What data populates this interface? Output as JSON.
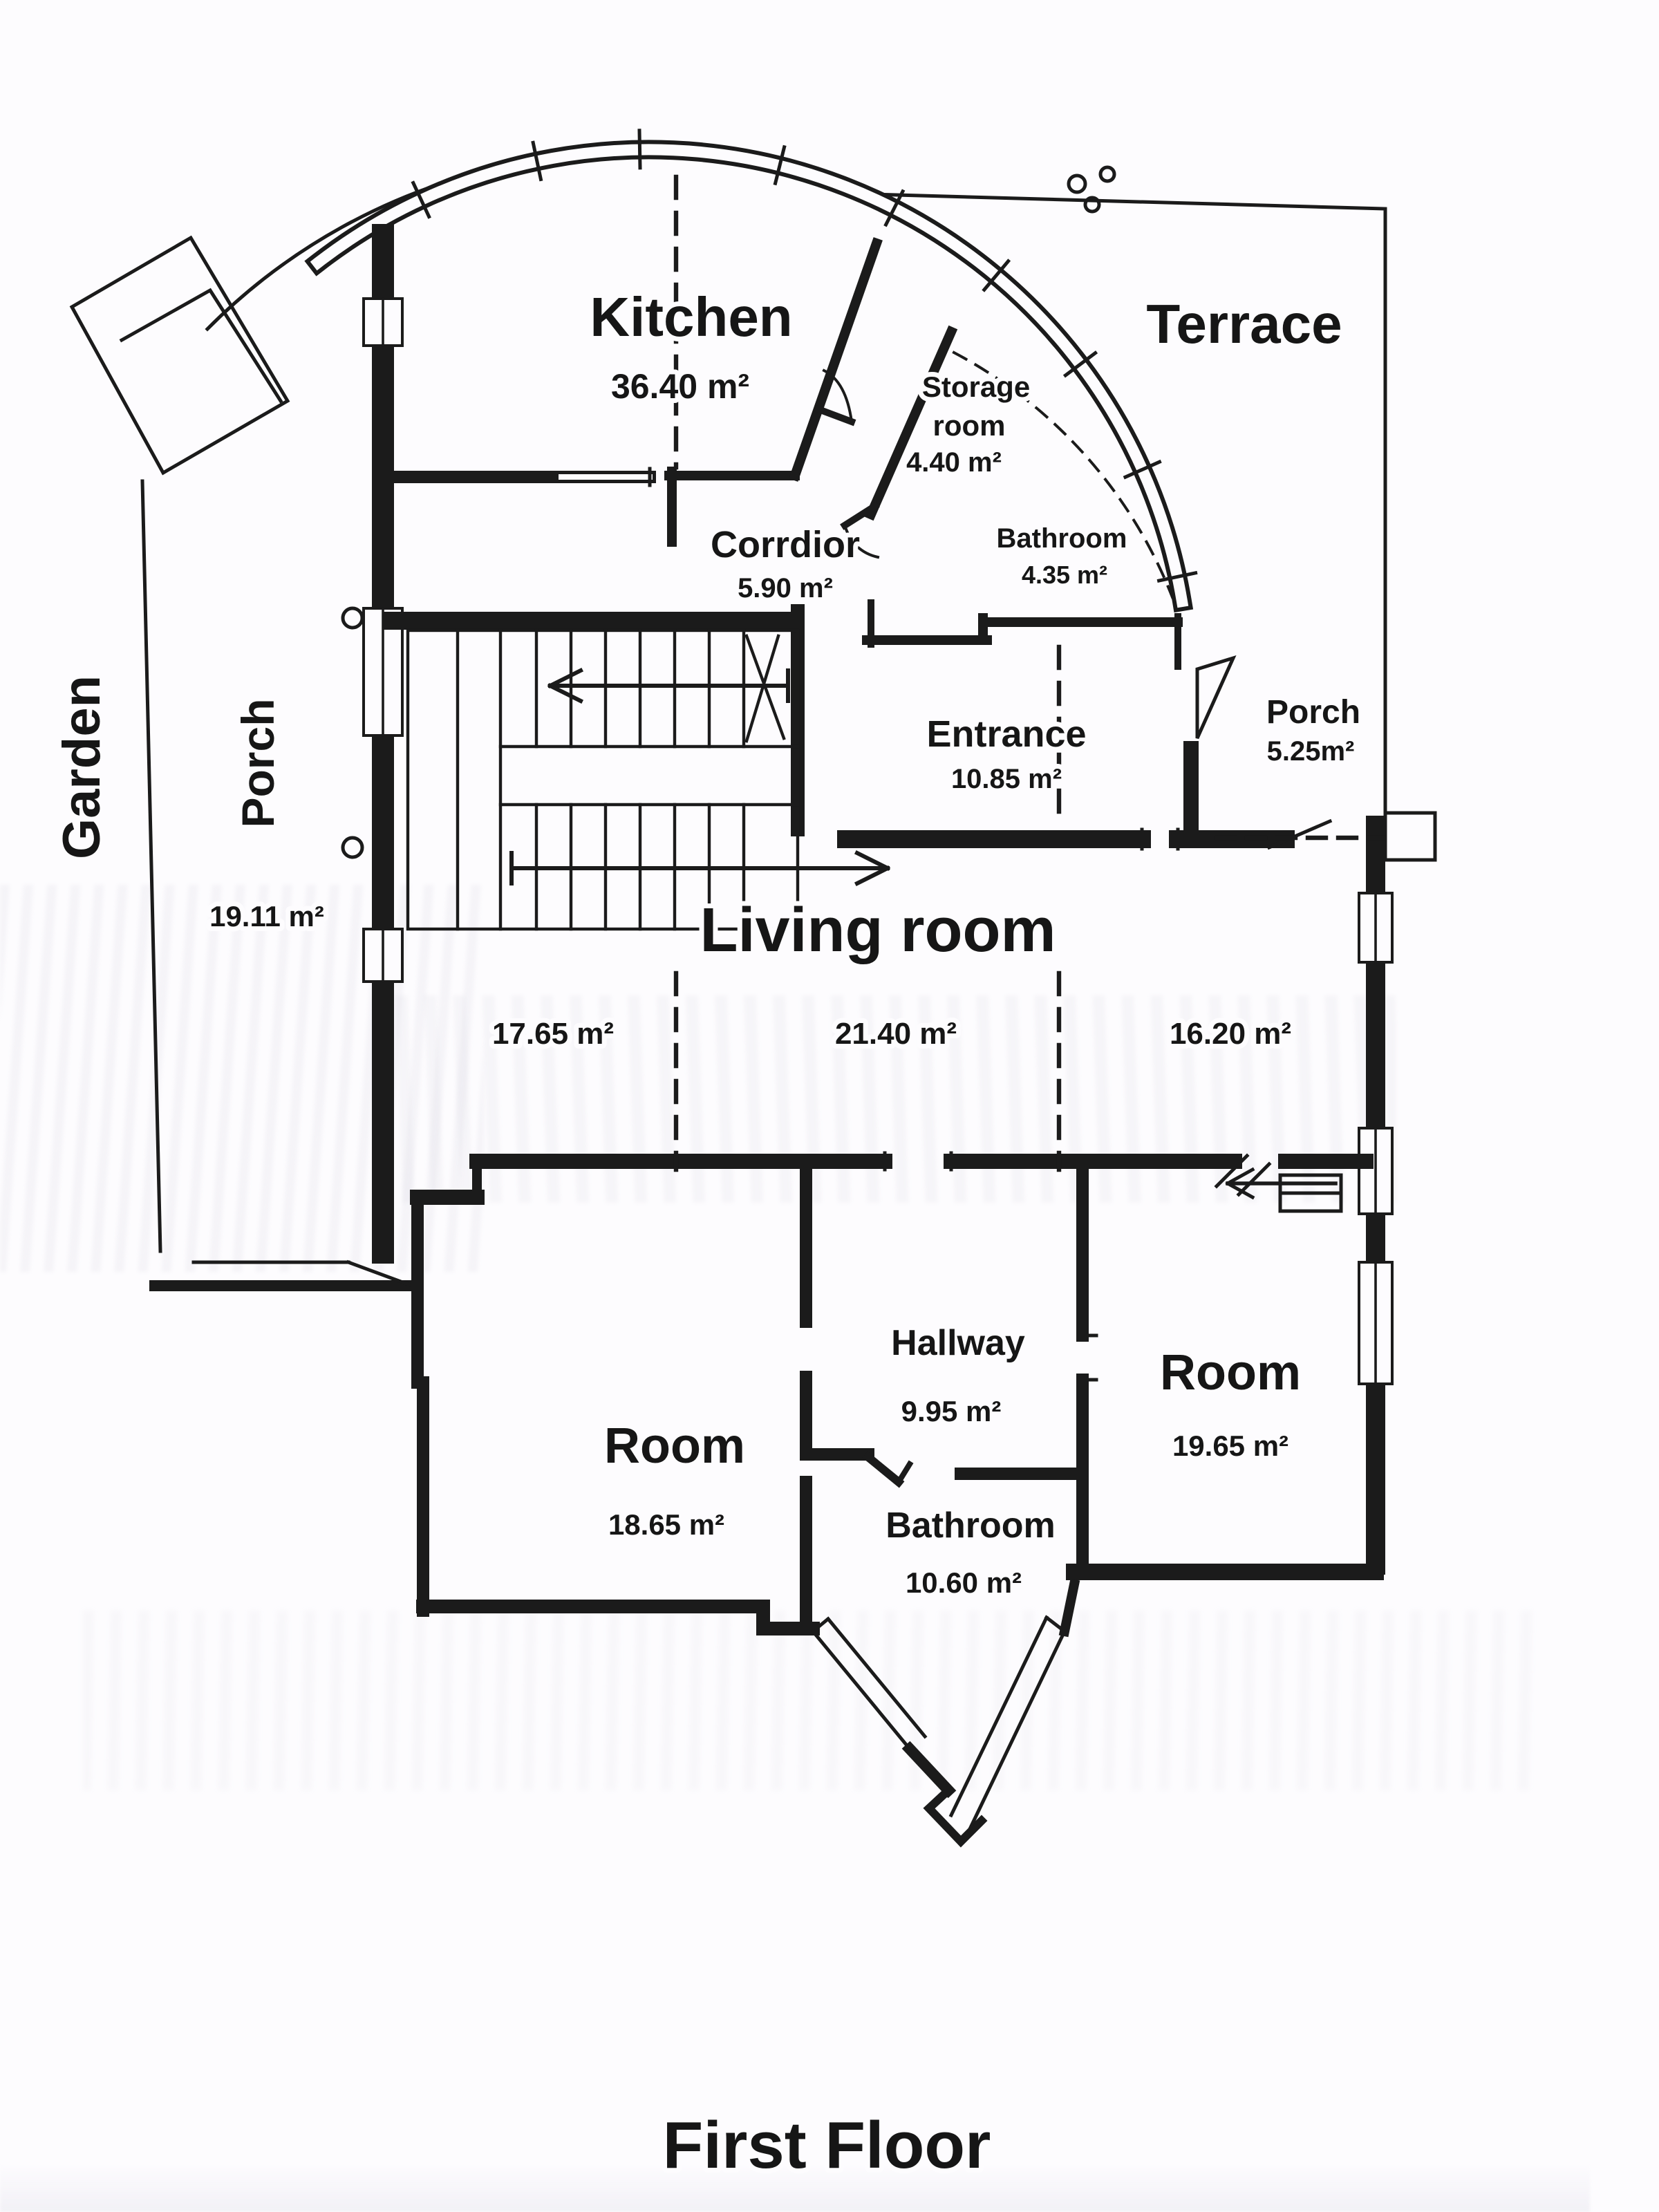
{
  "colors": {
    "line": "#1b1b1b",
    "paper": "#fdfcfe"
  },
  "labels": {
    "kitchen": {
      "name": "Kitchen",
      "area": "36.40 m²"
    },
    "terrace": {
      "name": "Terrace"
    },
    "storage": {
      "line1": "Storage",
      "line2": "room",
      "area": "4.40 m²"
    },
    "corridor": {
      "name": "Corrdior",
      "area": "5.90 m²"
    },
    "bathroom_top": {
      "name": "Bathroom",
      "area": "4.35 m²"
    },
    "entrance": {
      "name": "Entrance",
      "area": "10.85 m²"
    },
    "porch_right": {
      "name": "Porch",
      "area": "5.25m²"
    },
    "garden": {
      "name": "Garden"
    },
    "porch_left": {
      "name": "Porch",
      "area": "19.11 m²"
    },
    "living": {
      "name": "Living room",
      "area_left": "17.65 m²",
      "area_mid": "21.40 m²",
      "area_right": "16.20 m²"
    },
    "hallway": {
      "name": "Hallway",
      "area": "9.95 m²"
    },
    "room_right": {
      "name": "Room",
      "area": "19.65 m²"
    },
    "room_left": {
      "name": "Room",
      "area": "18.65 m²"
    },
    "bathroom_bottom": {
      "name": "Bathroom",
      "area": "10.60 m²"
    },
    "floor_title": "First Floor"
  }
}
